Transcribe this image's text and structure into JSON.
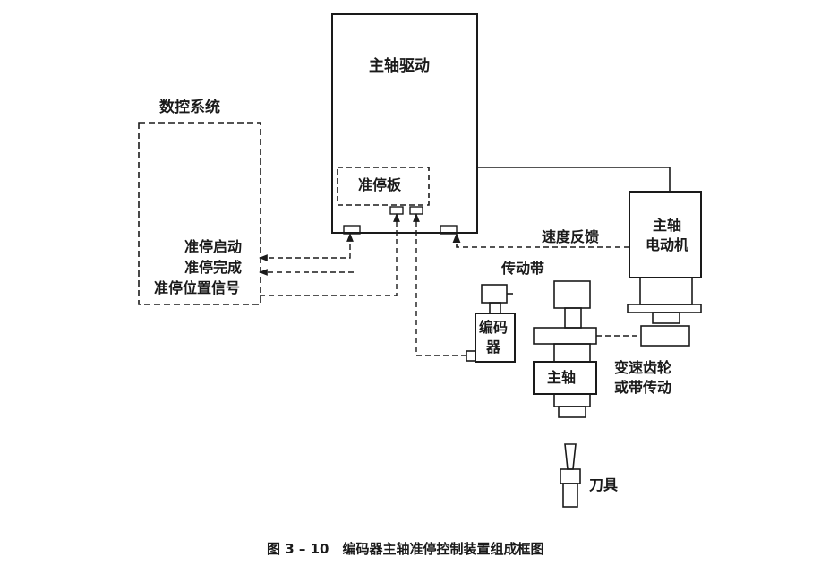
{
  "labels": {
    "spindle_drive": "主轴驱动",
    "cnc_system": "数控系统",
    "orient_board": "准停板",
    "orient_start": "准停启动",
    "orient_complete": "准停完成",
    "orient_position_signal": "准停位置信号",
    "speed_feedback": "速度反馈",
    "spindle_motor": "主轴\n电动机",
    "belt": "传动带",
    "encoder": "编码\n器",
    "spindle": "主轴",
    "gear_or_belt": "变速齿轮\n或带传动",
    "tool": "刀具"
  },
  "caption": "图 3 – 10　编码器主轴准停控制装置组成框图",
  "colors": {
    "ink": "#1a1a1a",
    "background": "#ffffff"
  }
}
